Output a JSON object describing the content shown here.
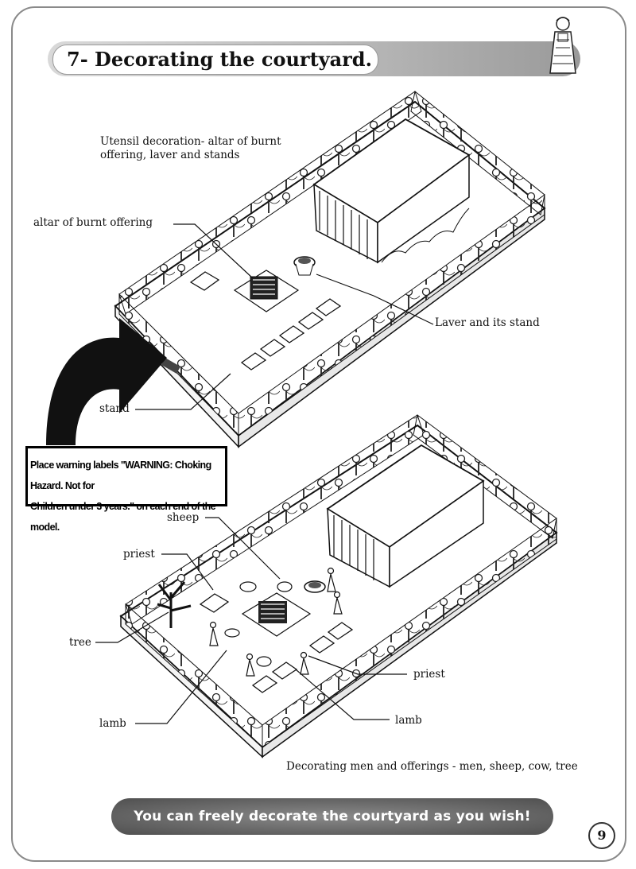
{
  "header": {
    "title": "7- Decorating the courtyard."
  },
  "top_illustration": {
    "caption_line1": "Utensil decoration- altar of burnt",
    "caption_line2": "offering, laver and stands",
    "labels": {
      "altar": "altar of burnt offering",
      "laver": "Laver and its stand",
      "stand": "stand"
    }
  },
  "warning": {
    "line1": "Place warning labels \"WARNING:  Choking Hazard.  Not for",
    "line2": "Children under 3 years.\" on each end of the model."
  },
  "bottom_illustration": {
    "labels": {
      "sheep": "sheep",
      "priest_left": "priest",
      "tree": "tree",
      "priest_right": "priest",
      "lamb_left": "lamb",
      "lamb_right": "lamb"
    },
    "caption": "Decorating men and offerings - men, sheep, cow, tree"
  },
  "footer": {
    "banner_text": "You can freely decorate the courtyard as you wish!",
    "page_number": "9"
  }
}
